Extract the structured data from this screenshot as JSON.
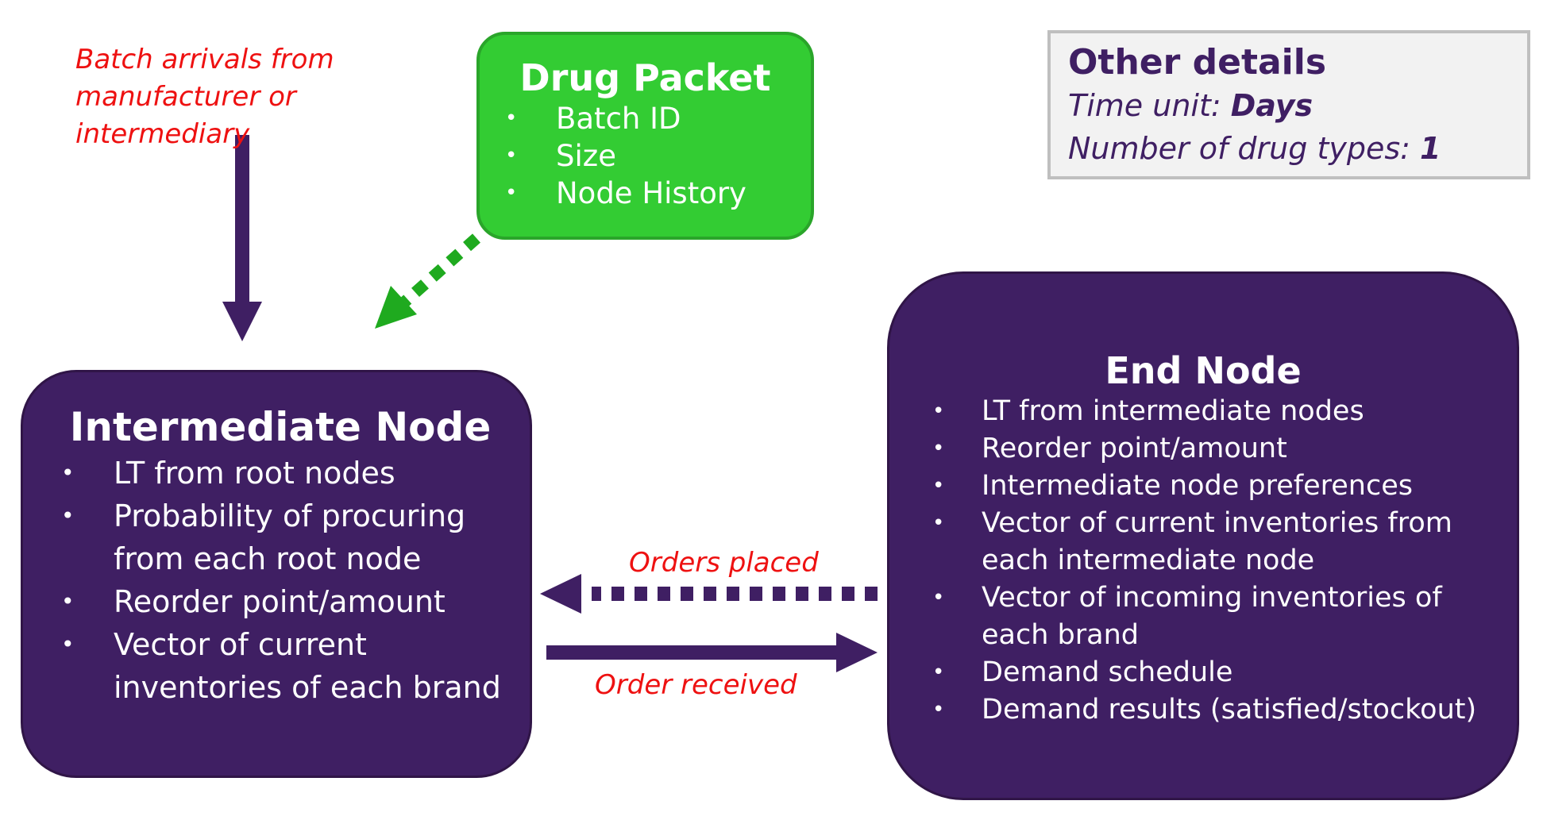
{
  "drug_packet": {
    "title": "Drug Packet",
    "items": [
      "Batch ID",
      "Size",
      "Node History"
    ]
  },
  "intermediate_node": {
    "title": "Intermediate Node",
    "items": [
      "LT from root nodes",
      "Probability of procuring from each root node",
      "Reorder point/amount",
      "Vector of current inventories of each brand"
    ]
  },
  "end_node": {
    "title": "End Node",
    "items": [
      "LT from intermediate nodes",
      "Reorder point/amount",
      "Intermediate node preferences",
      "Vector of current inventories from each intermediate node",
      "Vector of incoming inventories of each brand",
      "Demand schedule",
      "Demand results (satisfied/stockout)"
    ]
  },
  "other_details": {
    "title": "Other details",
    "time_unit_label": "Time unit: ",
    "time_unit_value": "Days",
    "drug_types_label": "Number of drug types: ",
    "drug_types_value": "1"
  },
  "edges": {
    "batch_arrivals": "Batch arrivals from manufacturer or intermediary",
    "orders_placed": "Orders placed",
    "order_received": "Order received"
  },
  "colors": {
    "node_purple": "#3f1f63",
    "packet_green": "#33cc33",
    "label_red": "#ee1111",
    "details_bg": "#f2f2f2"
  }
}
